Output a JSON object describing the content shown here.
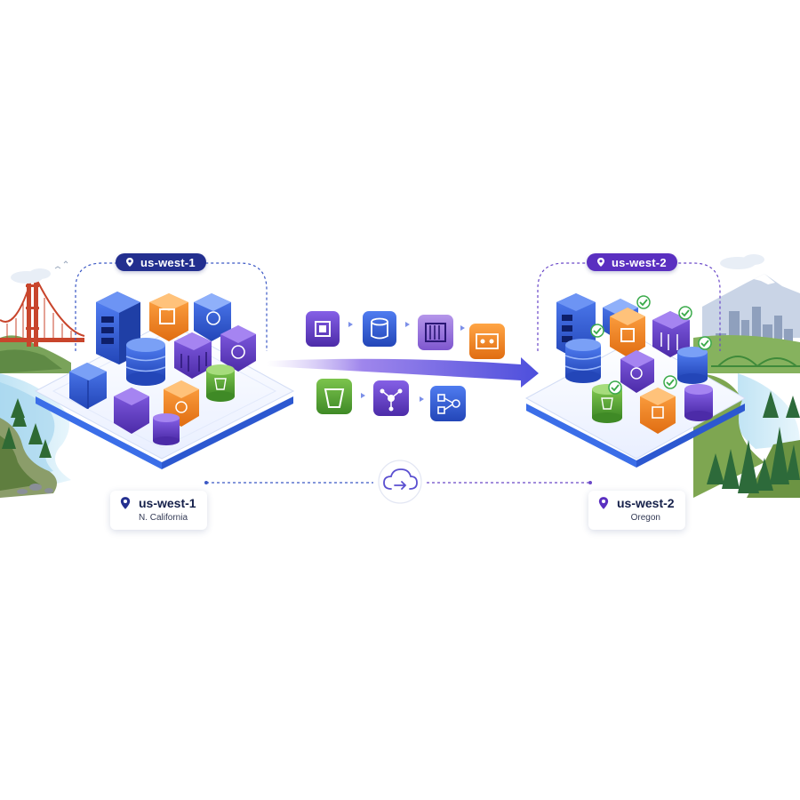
{
  "source_region": {
    "tag_label": "us-west-1",
    "card_code": "us-west-1",
    "card_name": "N. California",
    "color": "#232f8f"
  },
  "target_region": {
    "tag_label": "us-west-2",
    "card_code": "us-west-2",
    "card_name": "Oregon",
    "color": "#5a2fc0"
  },
  "migration": {
    "upper_row_icons": [
      "chip-icon",
      "database-icon",
      "container-icon",
      "settings-sliders-icon"
    ],
    "lower_row_icons": [
      "bucket-icon",
      "network-hub-icon",
      "workflow-icon"
    ],
    "center_icon": "cloud-sync-icon",
    "colors": {
      "purple": "#6a3fd1",
      "blue": "#3c5fd6",
      "orange": "#f08a24",
      "green": "#5fa83a",
      "lavender": "#9f7ad8"
    }
  }
}
